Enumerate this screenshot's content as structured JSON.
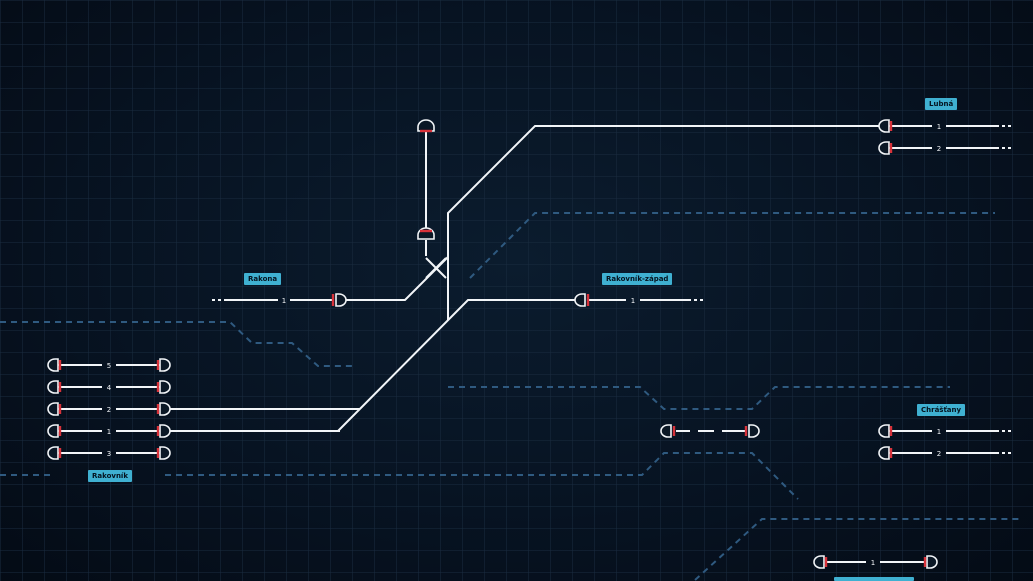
{
  "stations": {
    "rakona": "Rakona",
    "rakovnik_zapad": "Rakovník-západ",
    "lubna": "Lubná",
    "chrastany": "Chrášťany",
    "rakovnik": "Rakovník"
  },
  "tracks": {
    "rakona_1": "1",
    "zapad_1": "1",
    "lubna_1": "1",
    "lubna_2": "2",
    "chrastany_1": "1",
    "chrastany_2": "2",
    "rakovnik_5": "5",
    "rakovnik_4": "4",
    "rakovnik_2": "2",
    "rakovnik_1": "1",
    "rakovnik_3": "3",
    "bottom_1": "1"
  },
  "colors": {
    "background": "#071322",
    "grid": "#1a2c40",
    "track": "#f2f5f8",
    "inactive_track": "#2f5a80",
    "signal_red": "#d8323a",
    "station_label": "#3fb0d1"
  },
  "icons": [
    "signal-icon",
    "junction-switch-icon"
  ]
}
